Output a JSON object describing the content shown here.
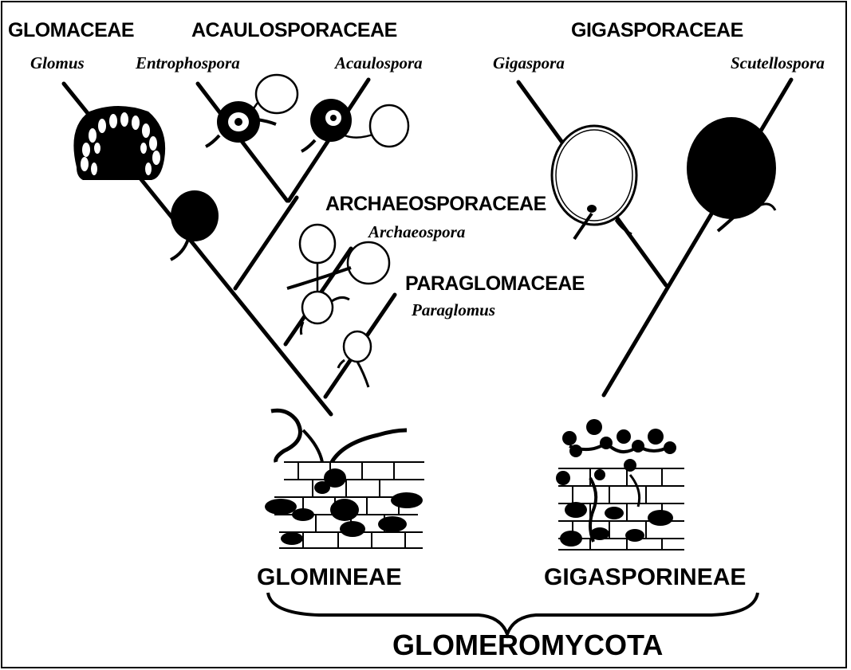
{
  "families": {
    "glomaceae": "GLOMACEAE",
    "acaulosporaceae": "ACAULOSPORACEAE",
    "gigasporaceae": "GIGASPORACEAE",
    "archaeosporaceae": "ARCHAEOSPORACEAE",
    "paraglomaceae": "PARAGLOMACEAE"
  },
  "genera": {
    "glomus": "Glomus",
    "entrophospora": "Entrophospora",
    "acaulospora": "Acaulospora",
    "gigaspora": "Gigaspora",
    "scutellospora": "Scutellospora",
    "archaeospora": "Archaeospora",
    "paraglomus": "Paraglomus"
  },
  "suborders": {
    "glomineae": "GLOMINEAE",
    "gigasporineae": "GIGASPORINEAE"
  },
  "phylum": "GLOMEROMYCOTA"
}
